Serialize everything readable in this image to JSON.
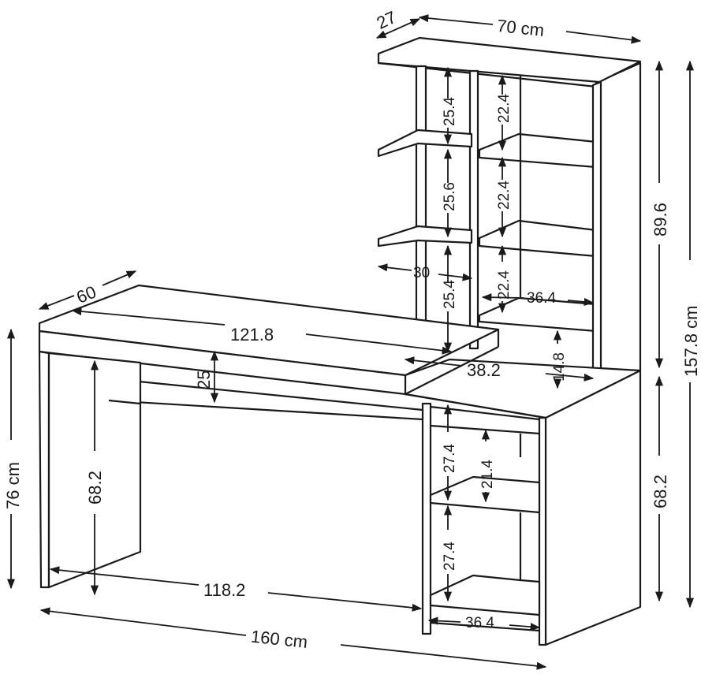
{
  "dimensions": {
    "hutch_depth": "27",
    "hutch_width": "70 cm",
    "desk_depth": "60",
    "desktop_length": "121.8",
    "tall_height": "89.6",
    "total_height": "157.8 cm",
    "shelf_left_1": "25.4",
    "shelf_left_2": "25.6",
    "shelf_left_3": "25.4",
    "shelf_right_1": "22.4",
    "shelf_right_2": "22.4",
    "shelf_right_3": "22.4",
    "shelf_left_width": "30",
    "shelf_right_width": "36.4",
    "gap_height": "14.8",
    "top_shelf_width": "38.2",
    "keyboard_gap": "25",
    "desk_height": "76 cm",
    "leg_height": "68.2",
    "cabinet_height": "68.2",
    "cab_shelf_1": "27.4",
    "cab_shelf_inner": "21.4",
    "cab_shelf_2": "27.4",
    "knee_width": "118.2",
    "cab_inner_width": "36.4",
    "total_width": "160 cm"
  }
}
